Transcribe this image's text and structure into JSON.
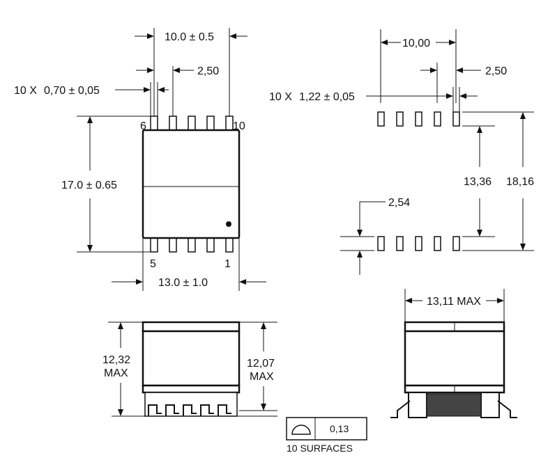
{
  "top_view": {
    "dim_width": "10.0 ± 0.5",
    "dim_pitch": "2,50",
    "dim_pin_width_prefix": "10 X",
    "dim_pin_width": "0,70 ± 0,05",
    "dim_height": "17.0 ± 0.65",
    "dim_body_width": "13.0 ± 1.0",
    "pin_6": "6",
    "pin_10": "10",
    "pin_5": "5",
    "pin_1": "1"
  },
  "pad_layout": {
    "dim_span": "10,00",
    "dim_pitch": "2,50",
    "dim_pad_width_prefix": "10 X",
    "dim_pad_width": "1,22 ± 0,05",
    "dim_inner": "13,36",
    "dim_outer": "18,16",
    "dim_pad_length": "2,54"
  },
  "side_view": {
    "dim_height_left_value": "12,32",
    "dim_height_left_unit": "MAX",
    "dim_height_right_value": "12,07",
    "dim_height_right_unit": "MAX",
    "coplanarity_value": "0,13",
    "coplanarity_note": "10 SURFACES"
  },
  "end_view": {
    "dim_width": "13,11 MAX"
  }
}
